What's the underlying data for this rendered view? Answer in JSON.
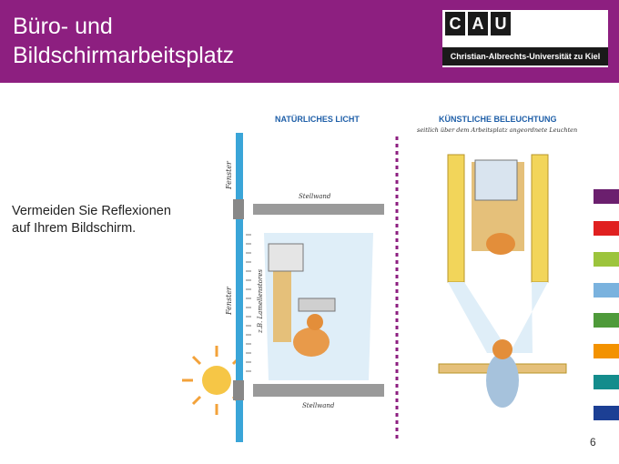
{
  "header": {
    "title_line1": "Büro- und",
    "title_line2": "Bildschirmarbeitsplatz",
    "background": "#8d1f80"
  },
  "logo": {
    "letters": [
      "C",
      "A",
      "U"
    ],
    "subtitle": "Christian-Albrechts-Universität zu Kiel"
  },
  "content": {
    "text_line1": "Vermeiden Sie Reflexionen",
    "text_line2": "auf Ihrem Bildschirm."
  },
  "illustration": {
    "natural_label": "NATÜRLICHES LICHT",
    "artificial_label": "KÜNSTLICHE BELEUCHTUNG",
    "artificial_sub": "seitlich über dem Arbeitsplatz angeordnete Leuchten",
    "fenster_top": "Fenster",
    "fenster_mid": "Fenster",
    "lamellen": "z.B. Lamellenstores",
    "stellwand_top": "Stellwand",
    "stellwand_bottom": "Stellwand"
  },
  "swatches": [
    "#6b1f6e",
    "#e02020",
    "#9cc43c",
    "#7ab2de",
    "#4e9a3a",
    "#f39200",
    "#148c8c",
    "#1c3f94"
  ],
  "page_number": "6"
}
